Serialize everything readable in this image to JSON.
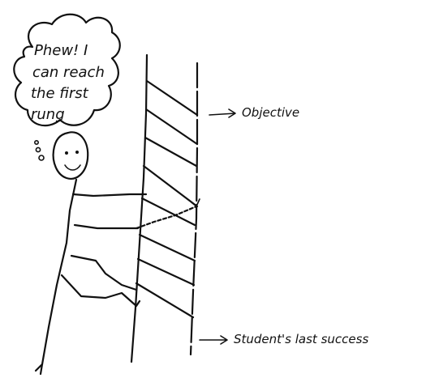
{
  "diagram": {
    "thought_bubble": {
      "lines": [
        "Phew! I",
        "can reach",
        "the first",
        "rung"
      ]
    },
    "labels": {
      "objective": "Objective",
      "last_success": "Student's last success"
    }
  }
}
